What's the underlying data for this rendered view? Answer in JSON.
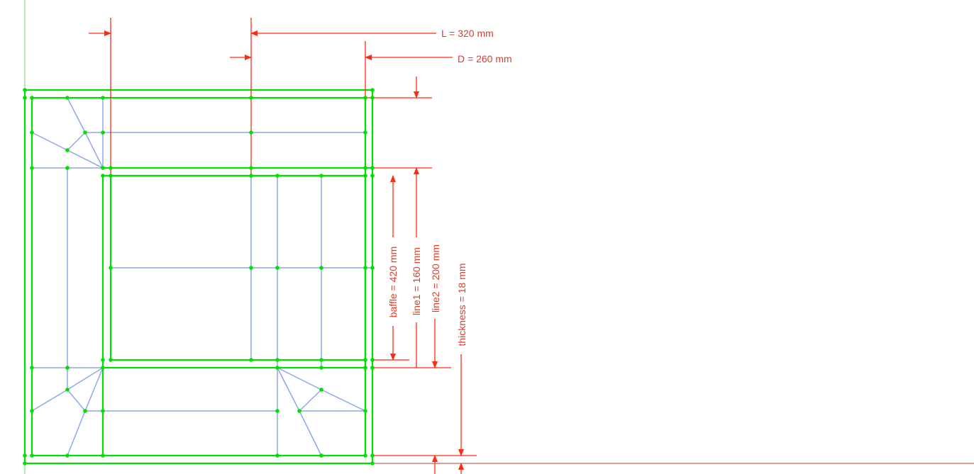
{
  "colors": {
    "outline": "#00e000",
    "mesh": "#8aa8e8",
    "dimension": "#ff2a10",
    "label": "#d8402c",
    "part_edge": "#9a4a1e",
    "node": "#00e000",
    "axis": "#c0392b",
    "axis_v": "#66dd66"
  },
  "dimensions": {
    "L": "L = 320 mm",
    "D": "D = 260 mm",
    "baffle": "baffle = 420 mm",
    "line1": "line1 = 160 mm",
    "line2": "line2 = 200 mm",
    "thickness": "thickness = 18 mm"
  }
}
